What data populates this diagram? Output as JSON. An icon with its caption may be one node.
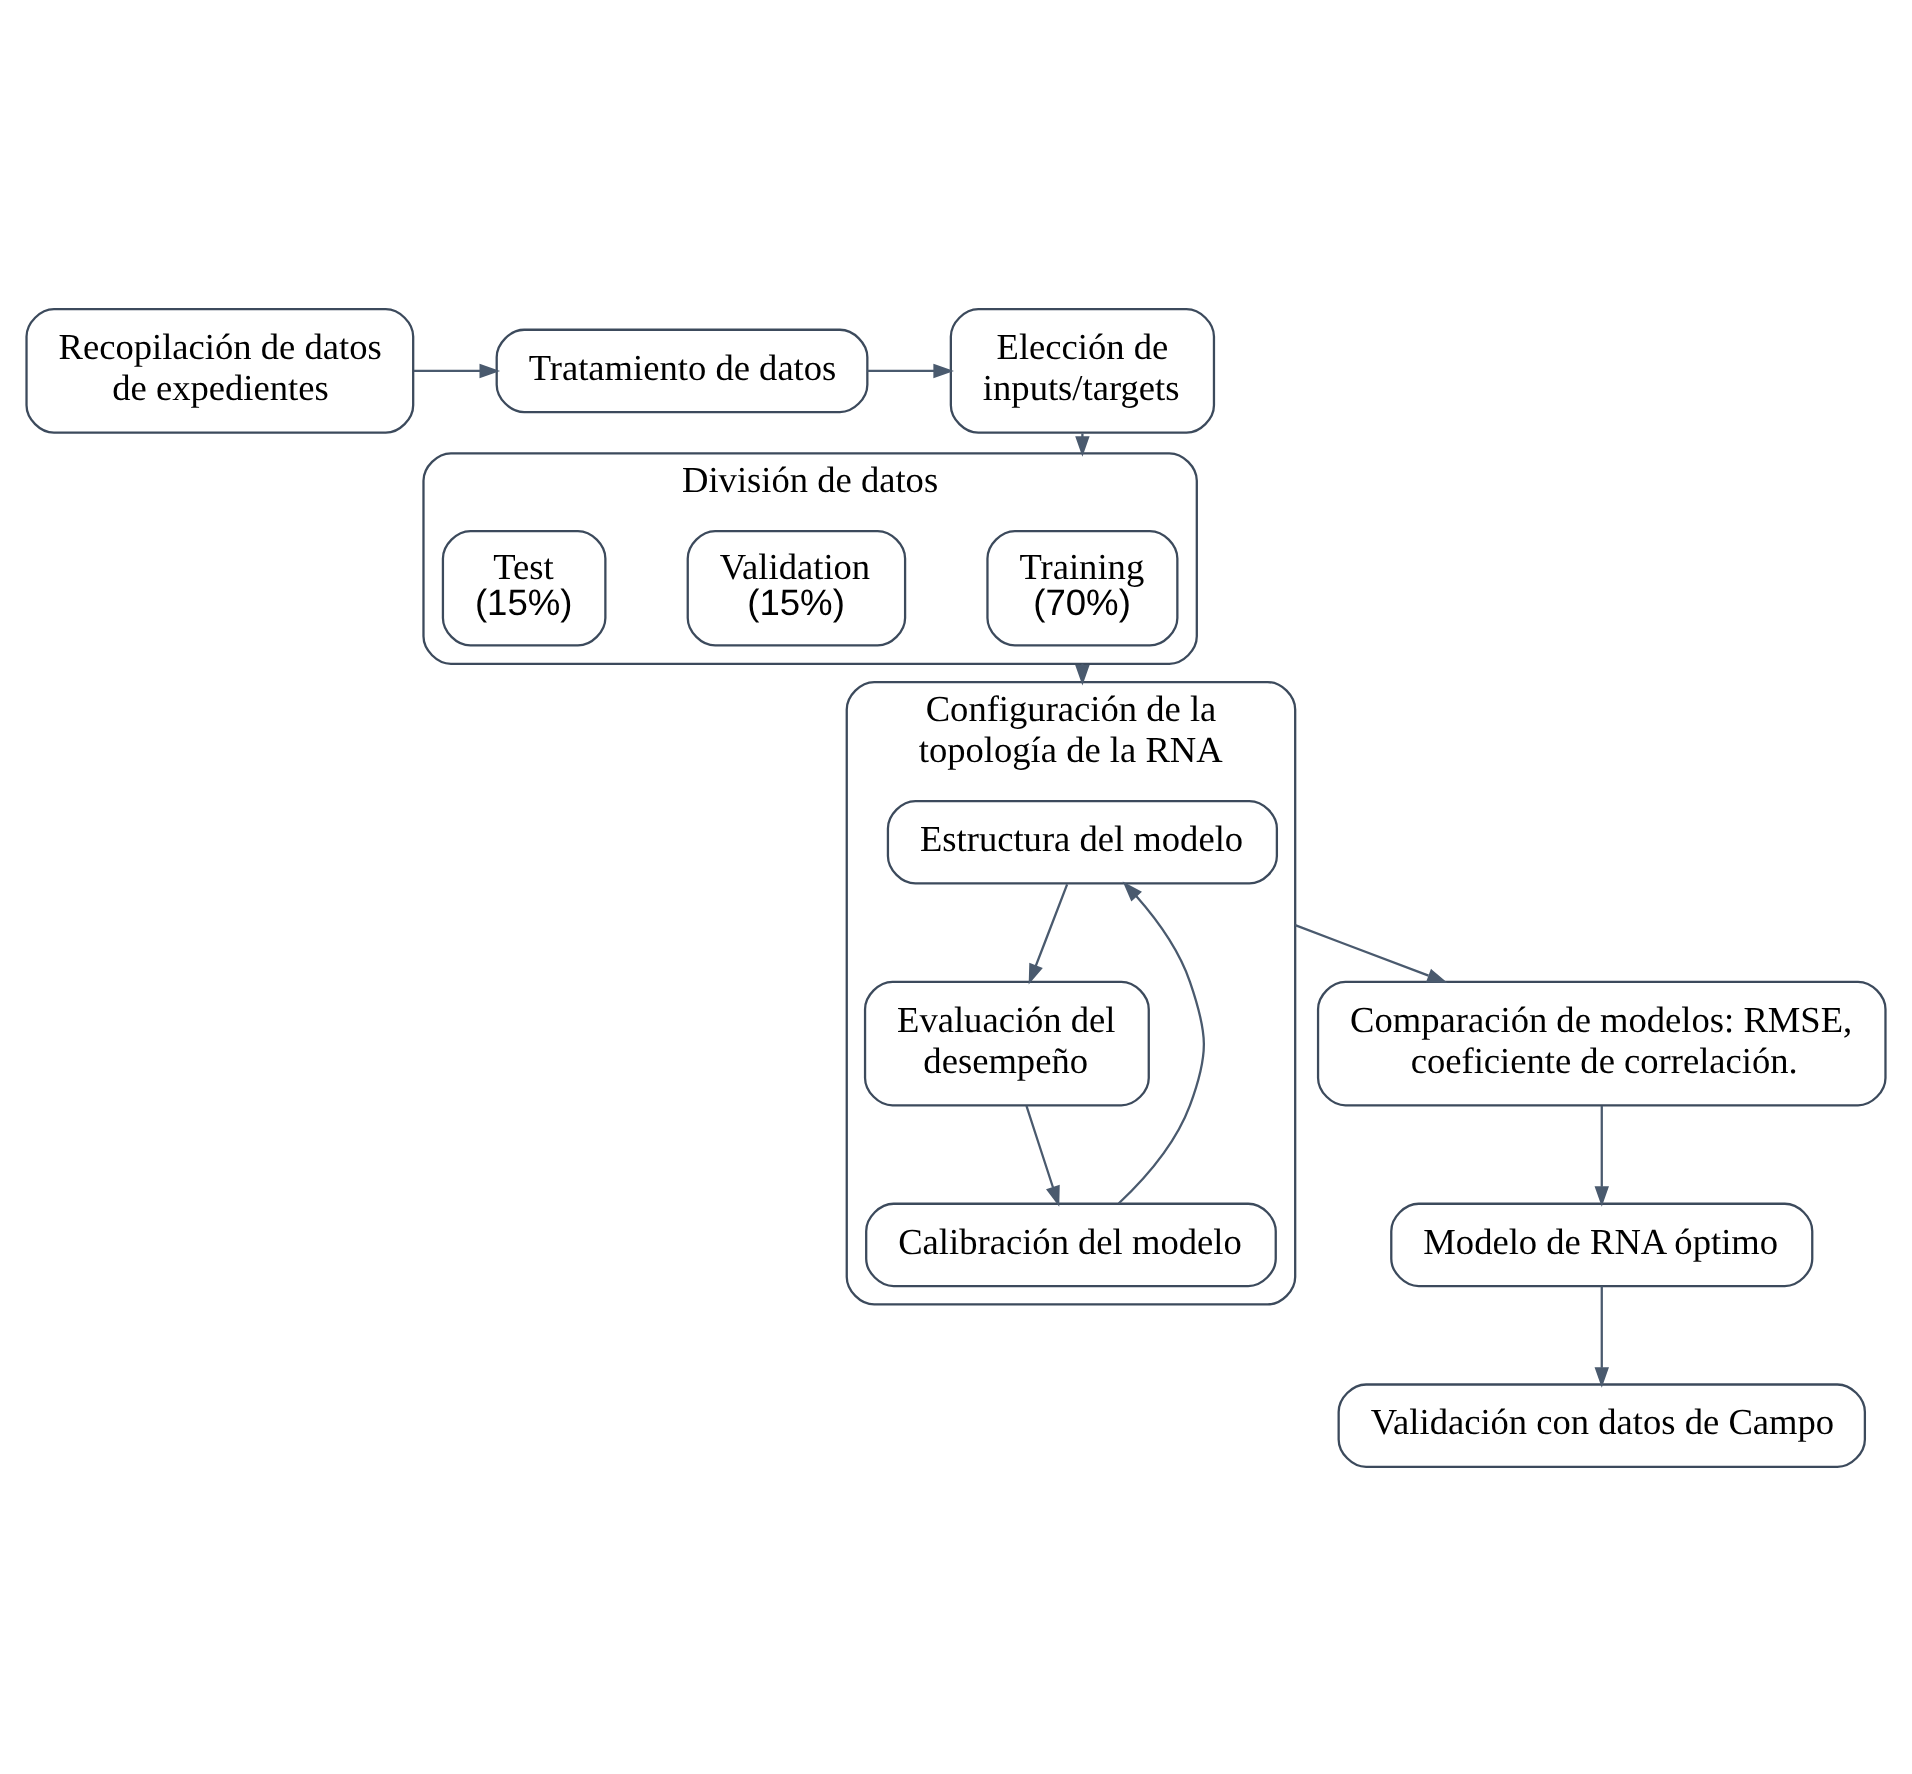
{
  "diagram": {
    "nodes": [
      {
        "text": [
          "Recopilación de datos de expedientes"
        ]
      },
      {
        "text": [
          "Tratamiento de datos"
        ]
      },
      {
        "text": [
          "Elección de inputs/targets"
        ]
      },
      {
        "text": [
          "División de datos"
        ]
      },
      {
        "text": [
          "Training",
          "(70%)"
        ],
        "in": 3
      },
      {
        "text": [
          "Validation",
          "(15%)"
        ],
        "in": 3
      },
      {
        "text": [
          "Test",
          "(15%)"
        ],
        "in": 3
      },
      {
        "text": [
          "Configuración de la topología de la RNA"
        ]
      },
      {
        "text": [
          "Estructura del modelo"
        ],
        "in": 7
      },
      {
        "text": [
          "Calibración del modelo"
        ],
        "in": 7
      },
      {
        "text": [
          "Evaluación del desempeño"
        ],
        "in": 7
      },
      {
        "text": [
          "Comparación de modelos: RMSE, coeficiente de correlación."
        ]
      },
      {
        "text": [
          "Modelo de RNA óptimo"
        ]
      },
      {
        "text": [
          "Validación con datos de Campo"
        ]
      }
    ],
    "edges": [
      {
        "from": 0,
        "to": 1,
        "arrow": "to"
      },
      {
        "from": 1,
        "to": 2,
        "arrow": "to"
      },
      {
        "from": 2,
        "to": 3,
        "arrow": "to"
      },
      {
        "from": 3,
        "to": 7,
        "arrow": "to"
      },
      {
        "from": 9,
        "to": 8,
        "arrow": "to"
      },
      {
        "from": 8,
        "to": 10,
        "arrow": "to"
      },
      {
        "from": 10,
        "to": 9,
        "arrow": "to"
      },
      {
        "from": 7,
        "to": 11,
        "arrow": "to"
      },
      {
        "from": 11,
        "to": 12,
        "arrow": "to"
      },
      {
        "from": 12,
        "to": 13,
        "arrow": "to"
      }
    ]
  }
}
